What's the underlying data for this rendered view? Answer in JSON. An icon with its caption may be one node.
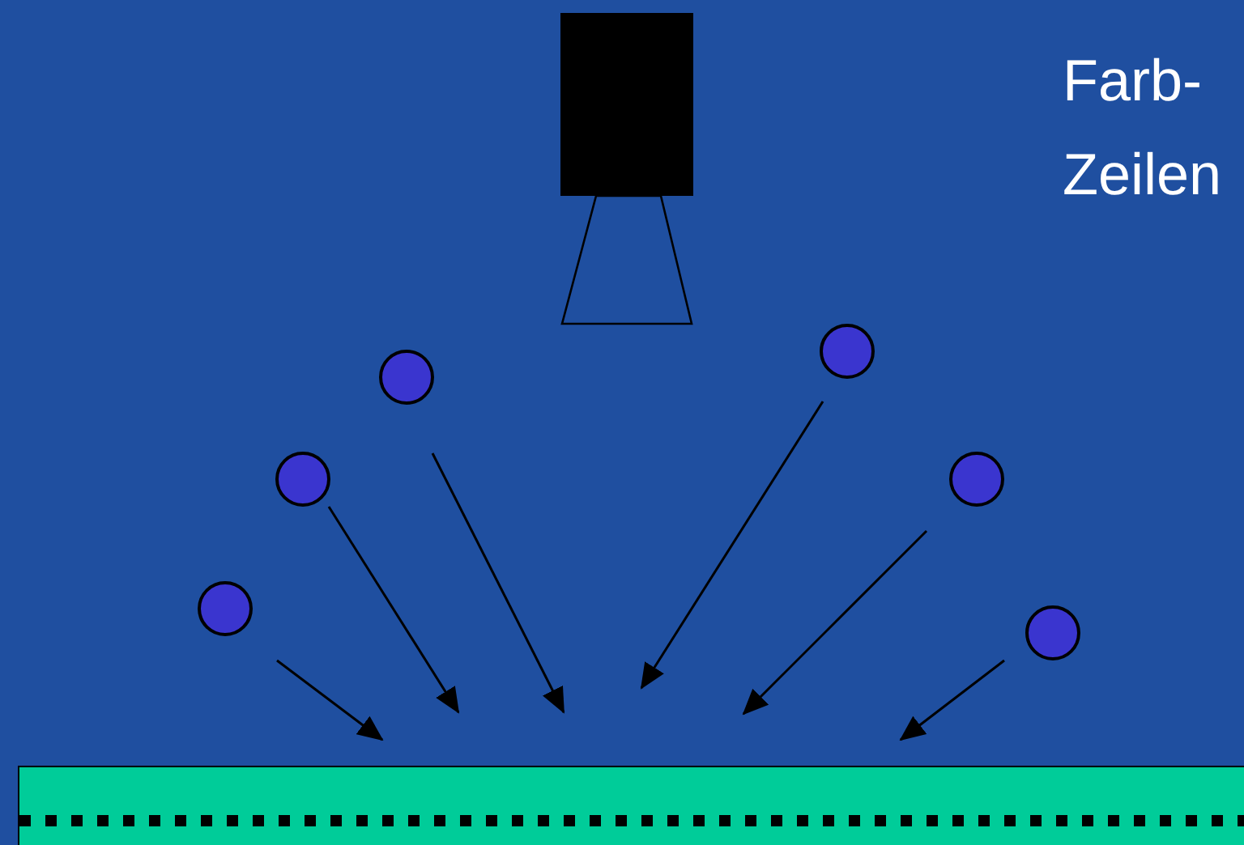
{
  "diagram": {
    "nodes": [
      {
        "text": [],
        "shape": "circle"
      },
      {
        "text": [],
        "shape": "circle"
      },
      {
        "text": [],
        "shape": "circle"
      },
      {
        "text": [],
        "shape": "circle"
      },
      {
        "text": [],
        "shape": "circle"
      },
      {
        "text": [],
        "shape": "circle"
      },
      {
        "text": [],
        "shape": "bar"
      }
    ],
    "edges": [
      {
        "from": 2,
        "to": 6,
        "arrow": "to"
      },
      {
        "from": 1,
        "to": 6,
        "arrow": "to"
      },
      {
        "from": 0,
        "to": 6,
        "arrow": "to"
      },
      {
        "from": 3,
        "to": 6,
        "arrow": "to"
      },
      {
        "from": 4,
        "to": 6,
        "arrow": "to"
      },
      {
        "from": 5,
        "to": 6,
        "arrow": "to"
      }
    ],
    "labels": [
      "Farb-",
      "Zeilen"
    ]
  }
}
